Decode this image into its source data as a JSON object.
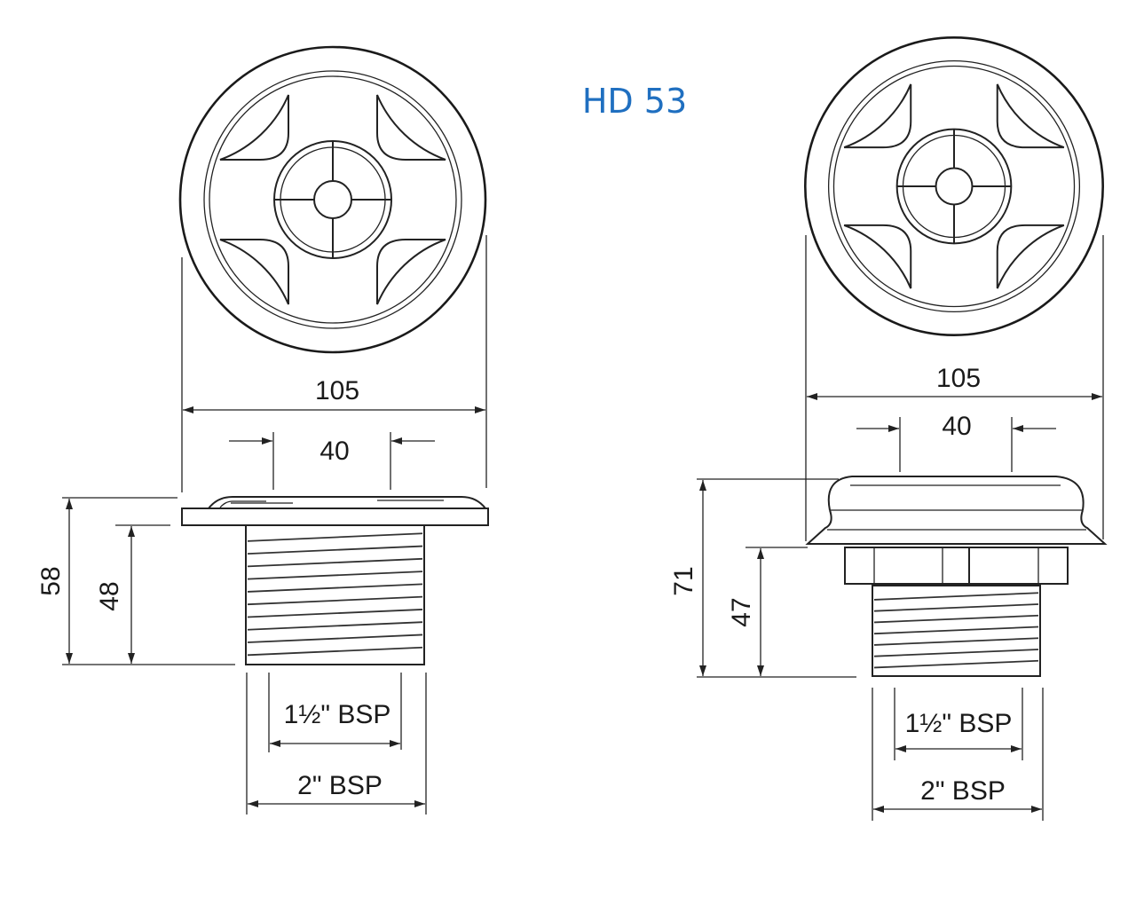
{
  "title": "HD 53",
  "colors": {
    "title": "#1f6fc0",
    "lines": "#1a1a1a"
  },
  "left_view": {
    "width_label": "105",
    "opening_label": "40",
    "total_height_label": "58",
    "thread_height_label": "48",
    "inner_thread_label": "1½\" BSP",
    "outer_thread_label": "2\" BSP"
  },
  "right_view": {
    "width_label": "105",
    "opening_label": "40",
    "total_height_label": "71",
    "thread_height_label": "47",
    "inner_thread_label": "1½\" BSP",
    "outer_thread_label": "2\" BSP"
  }
}
